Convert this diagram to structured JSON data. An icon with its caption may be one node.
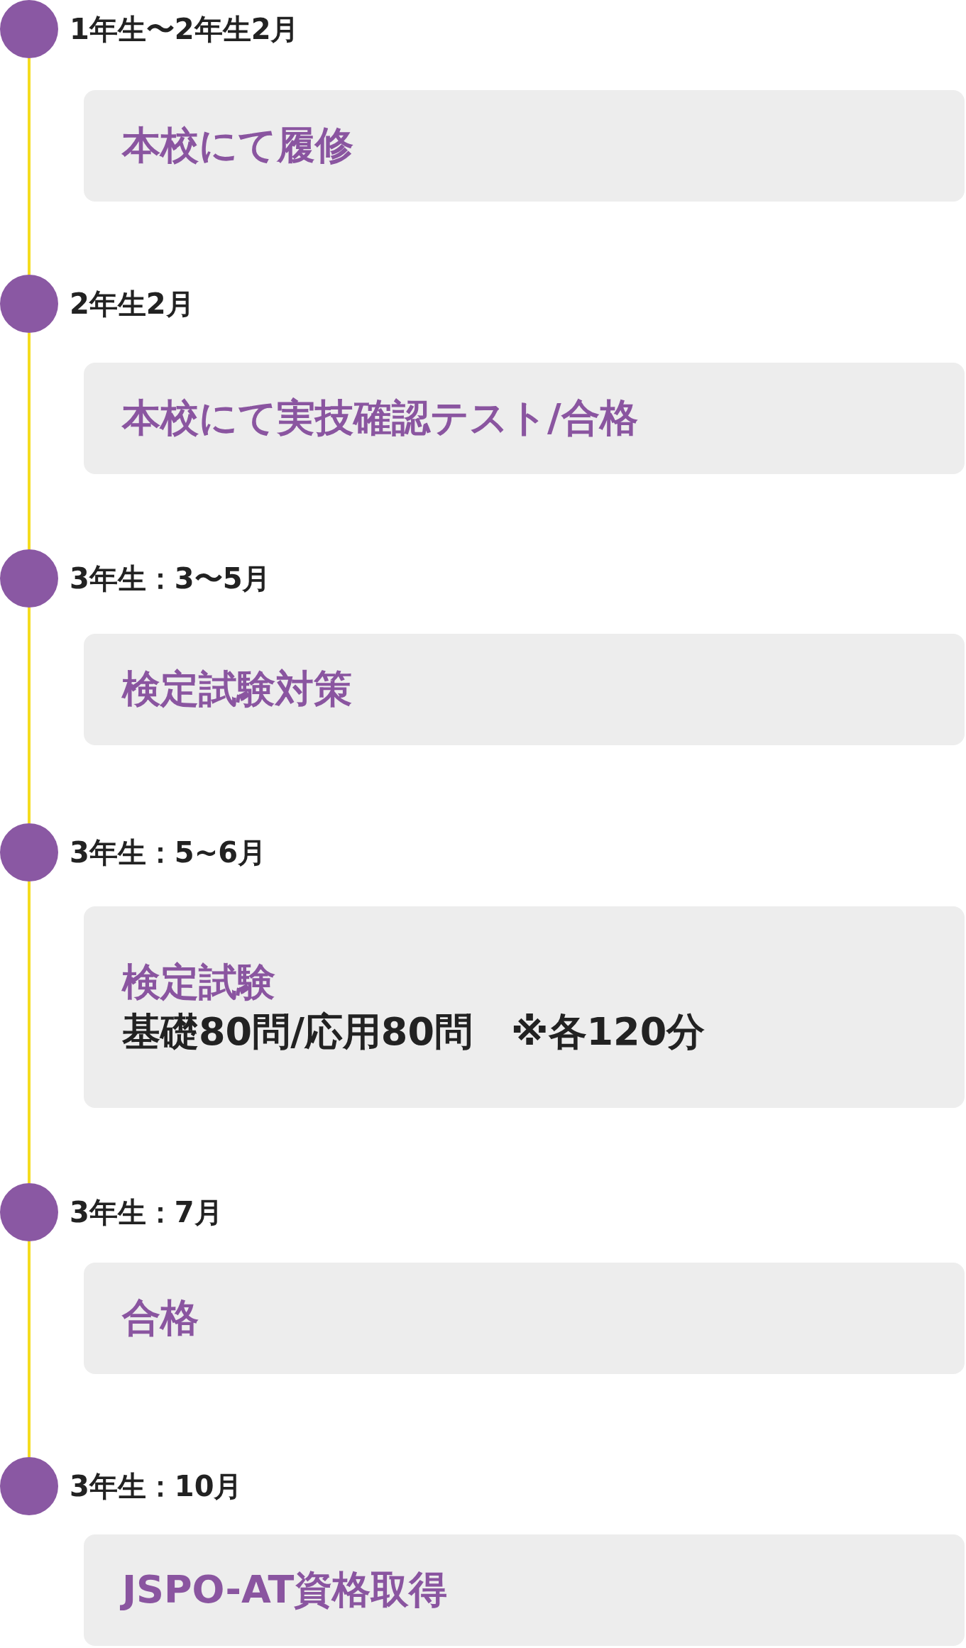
{
  "diagram": {
    "nodes": [
      {
        "text": [],
        "shape": "circle",
        "beside": [
          "1年生〜2年生2月"
        ]
      },
      {
        "text": [
          "本校にて履修"
        ]
      },
      {
        "text": [],
        "shape": "circle",
        "beside": [
          "2年生2月"
        ]
      },
      {
        "text": [
          "本校にて実技確認テスト/合格"
        ]
      },
      {
        "text": [],
        "shape": "circle",
        "beside": [
          "3年生：3〜5月"
        ]
      },
      {
        "text": [
          "検定試験対策"
        ]
      },
      {
        "text": [],
        "shape": "circle",
        "beside": [
          "3年生：5~6月"
        ]
      },
      {
        "text": [
          "検定試験",
          "基礎80問/応用80問　※各120分"
        ]
      },
      {
        "text": [],
        "shape": "circle",
        "beside": [
          "3年生：7月"
        ]
      },
      {
        "text": [
          "合格"
        ]
      },
      {
        "text": [],
        "shape": "circle",
        "beside": [
          "3年生：10月"
        ]
      },
      {
        "text": [
          "JSPO-AT資格取得"
        ]
      }
    ],
    "edges": [
      {
        "from": 0,
        "to": 2,
        "arrow": "none"
      },
      {
        "from": 2,
        "to": 4,
        "arrow": "none"
      },
      {
        "from": 4,
        "to": 6,
        "arrow": "none"
      },
      {
        "from": 6,
        "to": 8,
        "arrow": "none"
      },
      {
        "from": 8,
        "to": 10,
        "arrow": "none"
      }
    ]
  }
}
